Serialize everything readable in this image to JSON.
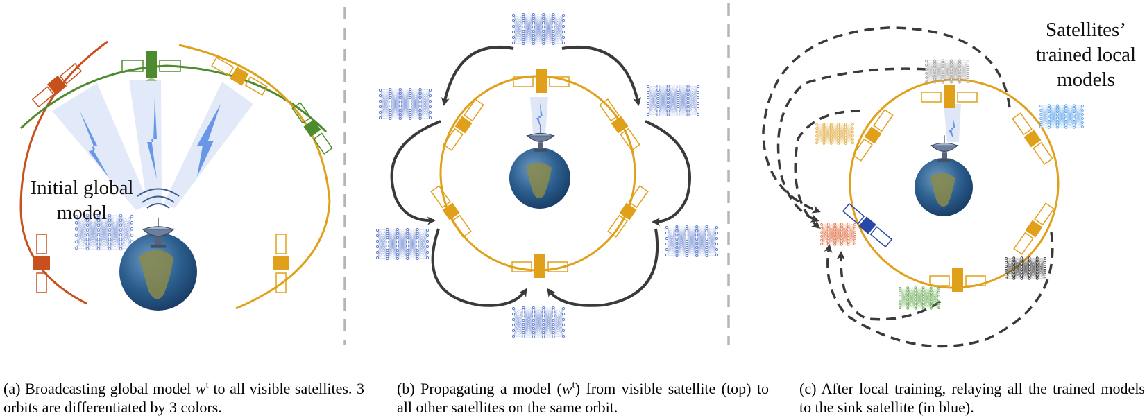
{
  "panel_a": {
    "label": "Initial global model",
    "caption": {
      "prefix": "(a)  Broadcasting global model",
      "var": "w",
      "sup": "t",
      "suffix": "to all visible satellites. 3 orbits are differentiated by 3 colors."
    }
  },
  "panel_b": {
    "caption": {
      "prefix": "(b)  Propagating a model (",
      "var": "w",
      "sup": "t",
      "suffix": ") from visible satellite (top) to all other satellites on the same orbit."
    }
  },
  "panel_c": {
    "label": "Satellites’ trained local models",
    "caption": {
      "text": "(c)  After local training, relaying all the trained models to the sink satellite (in blue)."
    }
  },
  "colors": {
    "orbit_orange": "#e0a01a",
    "orbit_red": "#c8501c",
    "orbit_green": "#4e8a2e",
    "sink_blue": "#2848a8",
    "arrow_dark": "#3a3a3a",
    "beam_blue": "#6a96e6",
    "net_blue": "#5a78c8",
    "net_gray": "#a0a0a0",
    "net_yellow": "#e2b250",
    "net_lightblue": "#5aa0e6",
    "net_salmon": "#e07a50",
    "net_green": "#70ae5a",
    "net_black": "#333333",
    "divider": "#b5b5b5"
  }
}
